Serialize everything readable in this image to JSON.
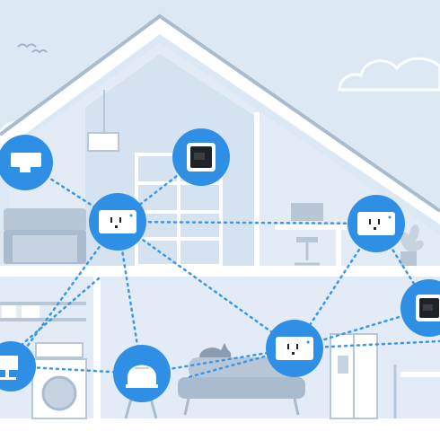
{
  "scene": {
    "colors": {
      "sky": "#dce9f5",
      "house_outline": "#9fb3c8",
      "wall": "#e6eef7",
      "furniture": "#b7c7d8",
      "node_blue": "#2f8fe4",
      "mesh_line": "#3a97e8",
      "device_white": "#ffffff",
      "hub_screen": "#1f2328"
    },
    "nodes": [
      {
        "id": "ceiling-light",
        "device": "light-switch-icon"
      },
      {
        "id": "hub-screen",
        "device": "smart-display-icon"
      },
      {
        "id": "plug-living-upper",
        "device": "smart-plug-icon"
      },
      {
        "id": "plug-office",
        "device": "smart-plug-icon"
      },
      {
        "id": "plug-living-lower",
        "device": "smart-plug-icon"
      },
      {
        "id": "lamp",
        "device": "smart-lamp-icon"
      },
      {
        "id": "computer",
        "device": "desktop-computer-icon"
      },
      {
        "id": "kitchen-display",
        "device": "smart-display-icon"
      }
    ]
  }
}
